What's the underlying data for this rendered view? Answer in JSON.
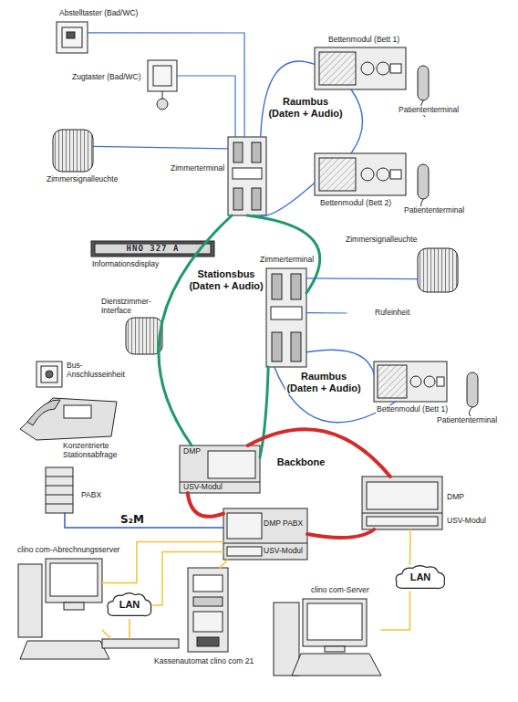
{
  "diagram": {
    "nodes": [
      {
        "text": [
          "Abstelltaster (Bad/WC)"
        ]
      },
      {
        "text": [
          "Zugtaster (Bad/WC)"
        ]
      },
      {
        "text": [
          "Zimmersignalleuchte"
        ]
      },
      {
        "text": [
          "Zimmerterminal"
        ]
      },
      {
        "text": [
          "Bettenmodul (Bett 1)"
        ]
      },
      {
        "text": [
          "Patiententerminal"
        ]
      },
      {
        "text": [
          "Bettenmodul (Bett 2)"
        ]
      },
      {
        "text": [
          "Patiententerminal"
        ]
      },
      {
        "text": [
          "HNO 327 A",
          "Informationsdisplay"
        ]
      },
      {
        "text": [
          "Dienstzimmer-Interface"
        ]
      },
      {
        "text": [
          "Bus-Anschlusseinheit"
        ]
      },
      {
        "text": [
          "Konzentrierte Stationsabfrage"
        ]
      },
      {
        "text": [
          "Zimmerterminal"
        ]
      },
      {
        "text": [
          "Zimmersignalleuchte"
        ]
      },
      {
        "text": [
          "Rufeinheit"
        ]
      },
      {
        "text": [
          "Bettenmodul (Bett 1)"
        ]
      },
      {
        "text": [
          "Patiententerminal"
        ]
      },
      {
        "text": [
          "DMP",
          "USV-Modul"
        ]
      },
      {
        "text": [
          "DMP",
          "USV-Modul"
        ]
      },
      {
        "text": [
          "DMP PABX",
          "USV-Modul"
        ]
      },
      {
        "text": [
          "PABX"
        ]
      },
      {
        "text": [
          "clino com-Abrechnungsserver"
        ]
      },
      {
        "text": [
          "LAN"
        ]
      },
      {
        "text": [
          "Kassenautomat clino com 21"
        ]
      },
      {
        "text": [
          "LAN"
        ]
      },
      {
        "text": [
          "clino com-Server"
        ]
      }
    ],
    "edges": [
      {
        "from": 0,
        "to": 3,
        "arrow": "none"
      },
      {
        "from": 1,
        "to": 3,
        "arrow": "none"
      },
      {
        "from": 2,
        "to": 3,
        "arrow": "none"
      },
      {
        "from": 3,
        "to": 4,
        "arrow": "none"
      },
      {
        "from": 3,
        "to": 6,
        "arrow": "none"
      },
      {
        "from": 4,
        "to": 6,
        "arrow": "none"
      },
      {
        "from": 3,
        "to": 12,
        "arrow": "none"
      },
      {
        "from": 12,
        "to": 17,
        "arrow": "none"
      },
      {
        "from": 3,
        "to": 17,
        "arrow": "none"
      },
      {
        "from": 12,
        "to": 13,
        "arrow": "none"
      },
      {
        "from": 12,
        "to": 14,
        "arrow": "none"
      },
      {
        "from": 12,
        "to": 15,
        "arrow": "none"
      },
      {
        "from": 12,
        "to": 15,
        "arrow": "none"
      },
      {
        "from": 17,
        "to": 19,
        "arrow": "none"
      },
      {
        "from": 19,
        "to": 18,
        "arrow": "none"
      },
      {
        "from": 17,
        "to": 18,
        "arrow": "none"
      },
      {
        "from": 20,
        "to": 19,
        "label": "S₂M",
        "arrow": "none"
      },
      {
        "from": 19,
        "to": 21,
        "arrow": "none"
      },
      {
        "from": 19,
        "to": 22,
        "arrow": "none"
      },
      {
        "from": 19,
        "to": 23,
        "arrow": "none"
      },
      {
        "from": 18,
        "to": 24,
        "arrow": "none"
      },
      {
        "from": 24,
        "to": 25,
        "arrow": "none"
      }
    ],
    "labels": [
      "Raumbus (Daten + Audio)",
      "Stationsbus (Daten + Audio)",
      "Raumbus (Daten + Audio)",
      "Backbone"
    ]
  }
}
